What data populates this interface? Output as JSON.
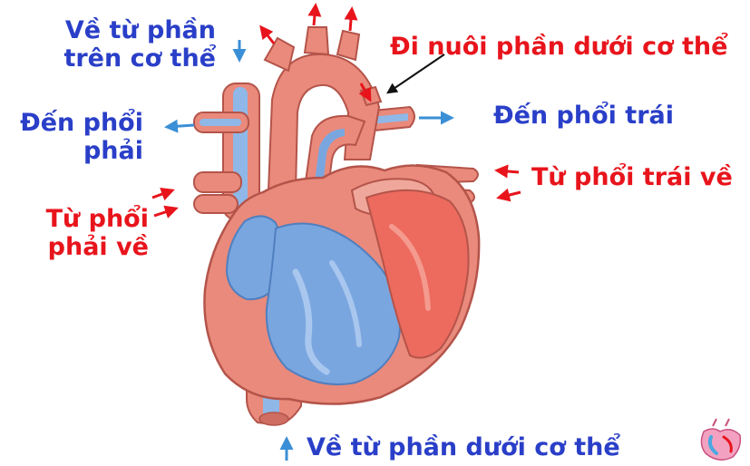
{
  "colors": {
    "blue_label": "#2a3fc8",
    "red_label": "#e8141c",
    "oxygenated": "#e8141c",
    "deoxygenated": "#3a8fd6",
    "heart_wall": "#e98a7c",
    "chamber_blue": "#7aa6e0"
  },
  "labels": {
    "upper_body_in_line1": "Về từ phần",
    "upper_body_in_line2": "trên cơ thể",
    "lower_body_out": "Đi nuôi phần dưới cơ thể",
    "to_right_lung_line1": "Đến phổi",
    "to_right_lung_line2": "phải",
    "to_left_lung": "Đến phổi trái",
    "from_left_lung": "Từ phổi trái về",
    "from_right_lung_line1": "Từ phổi",
    "from_right_lung_line2": "phải về",
    "lower_body_in": "Về từ phần dưới cơ thể"
  },
  "icons": {
    "corner": "heart-thumbnail-icon"
  }
}
